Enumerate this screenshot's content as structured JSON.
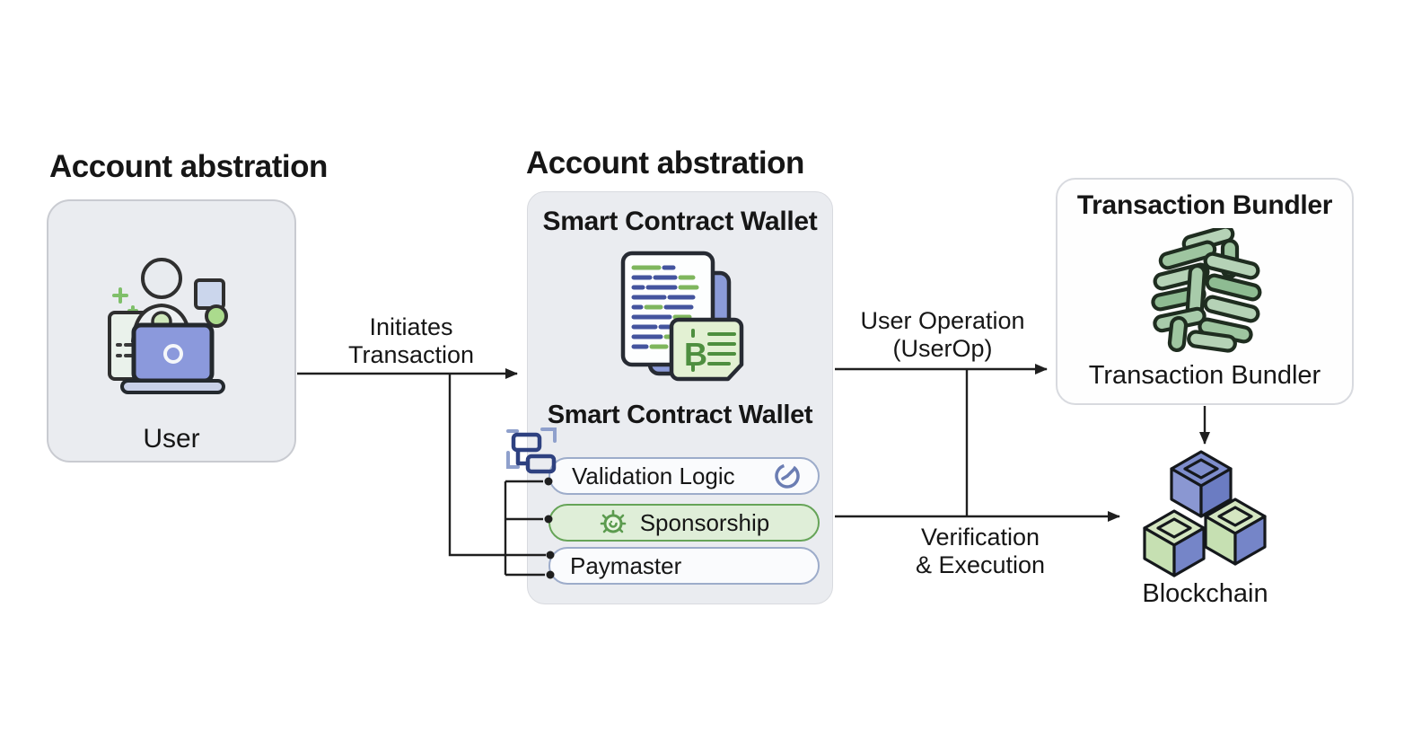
{
  "titles": {
    "left": "Account abstration",
    "middle": "Account abstration"
  },
  "user_box": {
    "label": "User"
  },
  "wallet_box": {
    "header": "Smart Contract Wallet",
    "subheader": "Smart Contract Wallet",
    "rows": [
      {
        "label": "Validation Logic"
      },
      {
        "label": "Sponsorship"
      },
      {
        "label": "Paymaster"
      }
    ]
  },
  "bundler_box": {
    "title": "Transaction Bundler",
    "label": "Transaction Bundler"
  },
  "blockchain": {
    "label": "Blockchain"
  },
  "edges": {
    "initiates": {
      "line1": "Initiates",
      "line2": "Transaction"
    },
    "user_op": {
      "line1": "User Operation",
      "line2": "(UserOp)"
    },
    "verification": {
      "line1": "Verification",
      "line2": "& Execution"
    }
  },
  "icons": {
    "user": "user-at-laptop-icon",
    "wallet": "contract-document-icon",
    "workflow": "workflow-blocks-icon",
    "validation": "timer-clock-icon",
    "sponsorship": "sponsor-bug-icon",
    "bundler": "bundled-transactions-icon",
    "blockchain": "blockchain-cubes-icon"
  },
  "colors": {
    "box_fill": "#EAECF0",
    "box_border": "#C9CBD1",
    "panel_border": "#D8DADF",
    "row_fill": "#FAFBFD",
    "row_border": "#9DACCA",
    "sponsor_fill": "#DFEED8",
    "sponsor_border": "#66A458",
    "arrow": "#1F1F1F",
    "text": "#161616",
    "blue_accent": "#6B7DB3",
    "green_accent": "#5C9B4F",
    "cube_blue": "#7585C8",
    "cube_green": "#CFE4BC",
    "bundle_green": "#A3C7A5"
  }
}
